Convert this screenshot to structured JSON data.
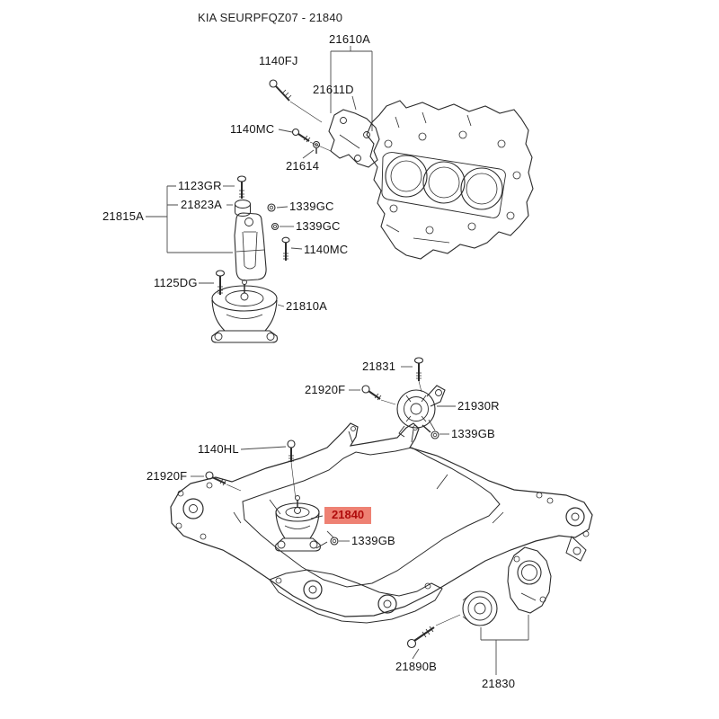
{
  "header": {
    "title": "KIA SEURPFQZ07 - 21840"
  },
  "highlight": {
    "label": "21840",
    "bg": "#ee8173",
    "fg": "#b00c0c"
  },
  "labels": {
    "k21610A": "21610A",
    "k1140FJ": "1140FJ",
    "k21611D": "21611D",
    "k1140MC_a": "1140MC",
    "k21614": "21614",
    "k1123GR": "1123GR",
    "k21823A": "21823A",
    "k21815A": "21815A",
    "k1339GC_a": "1339GC",
    "k1339GC_b": "1339GC",
    "k1140MC_b": "1140MC",
    "k1125DG": "1125DG",
    "k21810A": "21810A",
    "k21831": "21831",
    "k21920F_a": "21920F",
    "k21930R": "21930R",
    "k1339GB_a": "1339GB",
    "k1140HL": "1140HL",
    "k21920F_b": "21920F",
    "k1339GB_b": "1339GB",
    "k21890B": "21890B",
    "k21830": "21830"
  }
}
